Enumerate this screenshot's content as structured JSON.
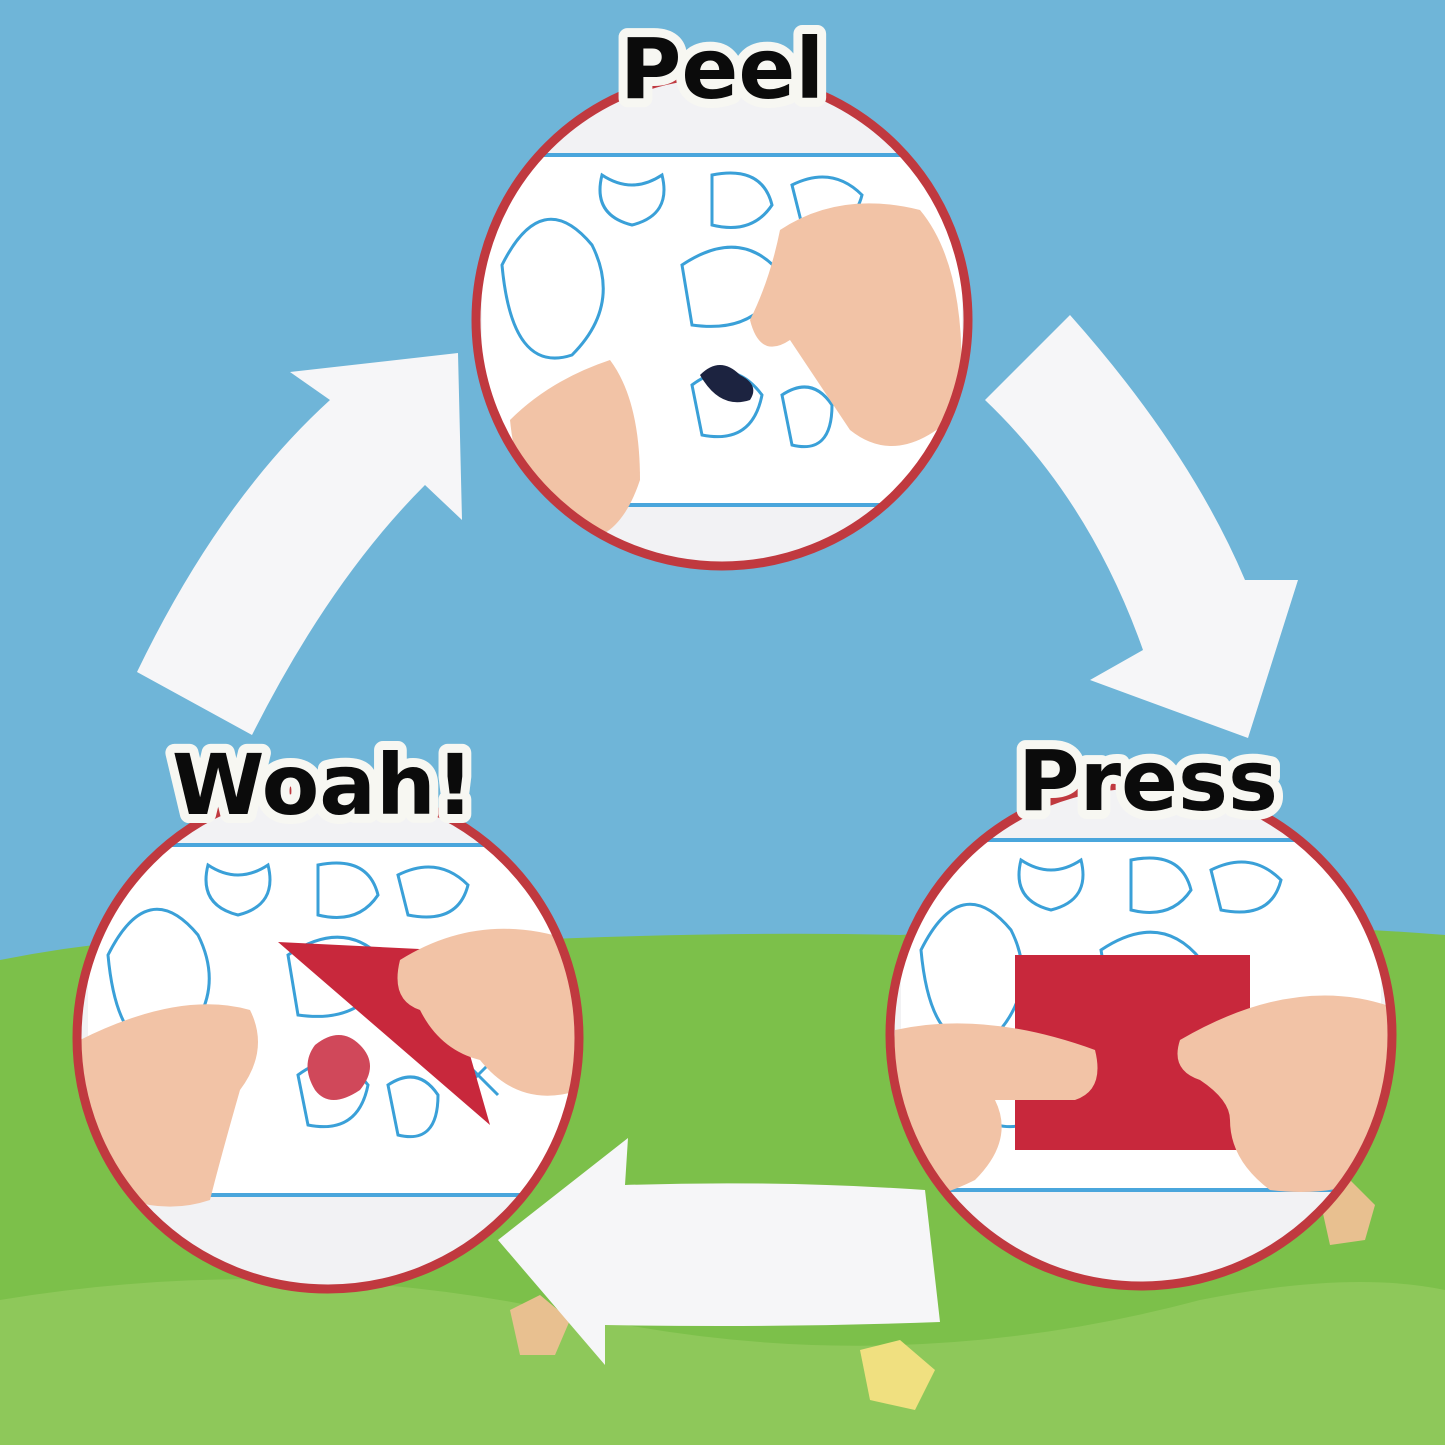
{
  "steps": [
    {
      "label": "Peel"
    },
    {
      "label": "Press"
    },
    {
      "label": "Woah!"
    }
  ],
  "colors": {
    "sky": "#6fb5d8",
    "grass": "#7cc04a",
    "ring": "#c0393f",
    "arrow": "#f6f6f8",
    "foil": "#c8283c"
  }
}
